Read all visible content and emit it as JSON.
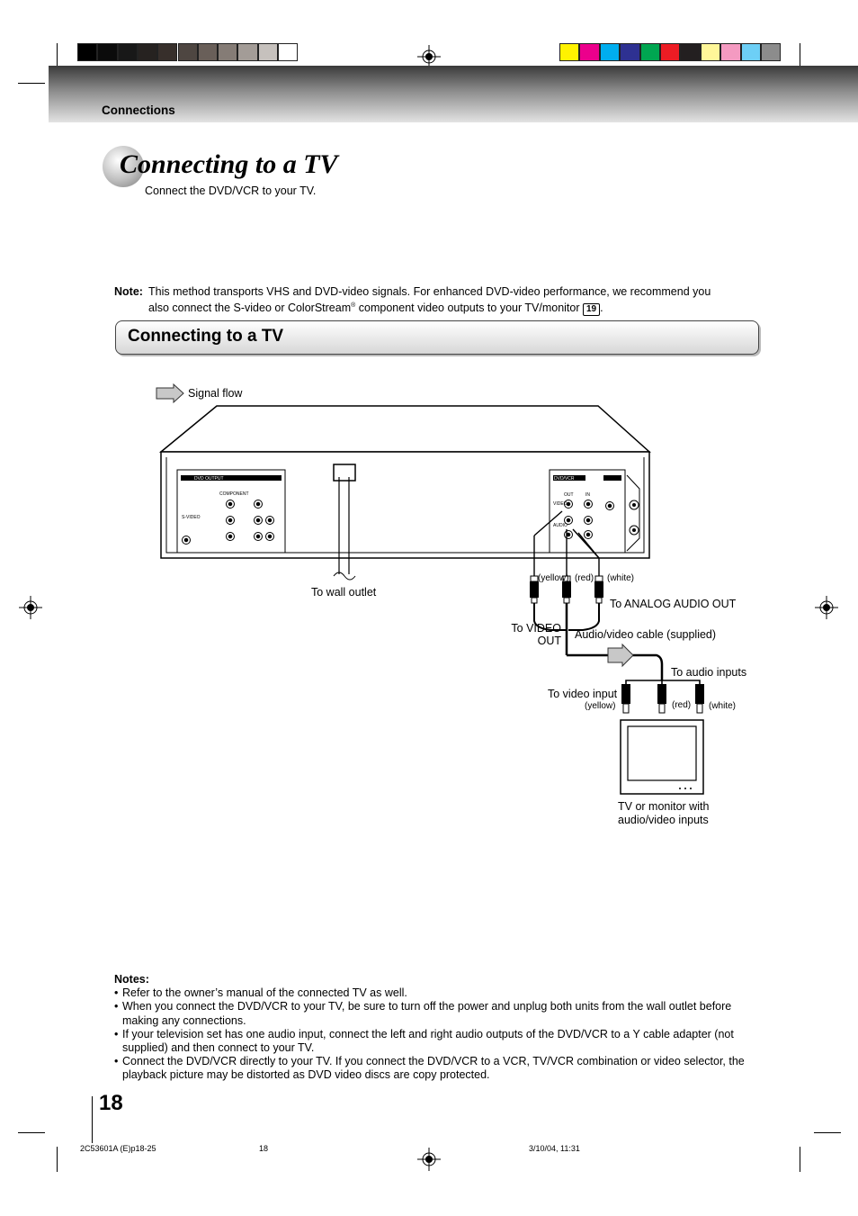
{
  "color_bars": {
    "grays": [
      "#000000",
      "#0b0b0b",
      "#181818",
      "#262220",
      "#372f2b",
      "#4e4641",
      "#695f59",
      "#857c76",
      "#a39c97",
      "#c6c1bd",
      "#ffffff"
    ],
    "colors": [
      "#fff200",
      "#ec008c",
      "#00aeef",
      "#2e3192",
      "#00a651",
      "#ed1c24",
      "#231f20",
      "#fff799",
      "#f49ac1",
      "#6dcff6",
      "#8c8c8c"
    ]
  },
  "header": {
    "section": "Connections"
  },
  "page_title": "Connecting to a TV",
  "subtitle": "Connect the DVD/VCR to your TV.",
  "note": {
    "label": "Note:",
    "line1": "This method transports VHS and DVD-video signals. For enhanced DVD-video performance, we recommend you",
    "line2_a": "also connect the S-video or ColorStream",
    "line2_reg": "®",
    "line2_b": " component video outputs to your TV/monitor ",
    "page_ref": "19",
    "line2_end": "."
  },
  "section_heading": "Connecting to a TV",
  "diagram": {
    "signal_flow": "Signal flow",
    "wall_outlet": "To wall outlet",
    "yellow_top": "(yellow)",
    "red_top": "(red)",
    "white_top": "(white)",
    "analog_audio_out": "To ANALOG AUDIO OUT",
    "video_out_line1": "To VIDEO",
    "video_out_line2": "OUT",
    "av_cable": "Audio/video cable (supplied)",
    "audio_inputs": "To audio inputs",
    "video_input": "To video input",
    "yellow_bottom": "(yellow)",
    "red_bottom": "(red)",
    "white_bottom": "(white)",
    "tv_line1": "TV or monitor with",
    "tv_line2": "audio/video inputs",
    "panel_dvd_output": "DVD OUTPUT",
    "panel_component": "COMPONENT",
    "panel_svideo": "S-VIDEO",
    "panel_dvdvcr": "DVD/VCR",
    "panel_out": "OUT",
    "panel_in": "IN",
    "panel_audio": "AUDIO",
    "panel_video": "VIDEO"
  },
  "notes": {
    "heading": "Notes:",
    "items": [
      "Refer to the owner’s manual of the connected TV as well.",
      "When you connect the DVD/VCR to your TV, be sure to turn off the power and unplug both units from the wall outlet before making any connections.",
      "If your television set has one audio input, connect the left and right audio outputs of the DVD/VCR to a Y cable adapter (not supplied) and then connect to your TV.",
      "Connect the DVD/VCR directly to your TV.  If you connect the DVD/VCR to a VCR, TV/VCR combination or video selector, the playback picture may be distorted as DVD video discs are copy protected."
    ]
  },
  "page_number": "18",
  "footer": {
    "file": "2C53601A (E)p18-25",
    "page": "18",
    "date": "3/10/04, 11:31"
  }
}
